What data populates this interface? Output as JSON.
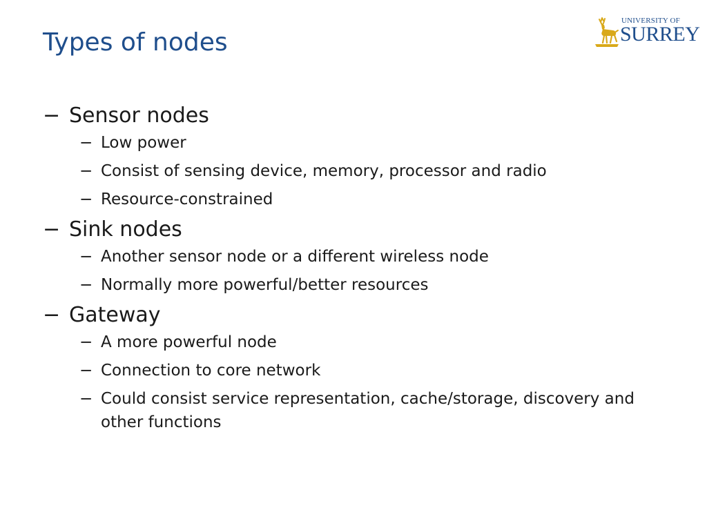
{
  "slide": {
    "title": "Types of nodes",
    "logo": {
      "top_text": "UNIVERSITY OF",
      "main_text": "SURREY",
      "color": "#1f4e8c",
      "emblem_color": "#d9a91a",
      "emblem_icon": "stag-icon"
    },
    "bullet_marker": "−",
    "sections": [
      {
        "heading": "Sensor nodes",
        "items": [
          "Low power",
          "Consist of sensing device, memory, processor and radio",
          "Resource-constrained"
        ]
      },
      {
        "heading": "Sink nodes",
        "items": [
          "Another sensor node or a different wireless node",
          "Normally more powerful/better resources"
        ]
      },
      {
        "heading": "Gateway",
        "items": [
          "A more powerful node",
          "Connection to core network",
          "Could consist service representation, cache/storage, discovery and other functions"
        ]
      }
    ]
  }
}
